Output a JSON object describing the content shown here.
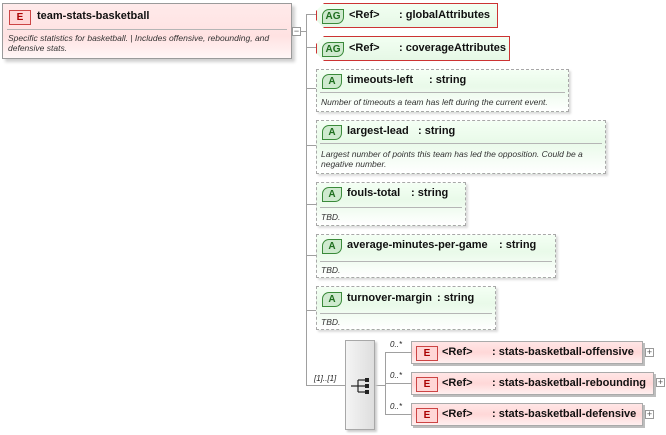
{
  "main_element": {
    "badge": "E",
    "name": "team-stats-basketball",
    "description": "Specific statistics for basketball. | Includes offensive, rebounding, and defensive stats."
  },
  "attribute_groups": [
    {
      "badge": "AG",
      "ref": "<Ref>",
      "name": ": globalAttributes"
    },
    {
      "badge": "AG",
      "ref": "<Ref>",
      "name": ": coverageAttributes"
    }
  ],
  "attributes": [
    {
      "badge": "A",
      "name": "timeouts-left",
      "type": ": string",
      "description": "Number of timeouts a team has left during the current event."
    },
    {
      "badge": "A",
      "name": "largest-lead",
      "type": ": string",
      "description": "Largest number of points this team has led the opposition. Could be a negative number."
    },
    {
      "badge": "A",
      "name": "fouls-total",
      "type": ": string",
      "description": "TBD."
    },
    {
      "badge": "A",
      "name": "average-minutes-per-game",
      "type": ": string",
      "description": "TBD."
    },
    {
      "badge": "A",
      "name": "turnover-margin",
      "type": ": string",
      "description": "TBD."
    }
  ],
  "sequence": {
    "multiplicity": "[1]..[1]",
    "icon": "sequence-compositor-icon"
  },
  "child_elements": [
    {
      "badge": "E",
      "multiplicity": "0..*",
      "ref": "<Ref>",
      "name": ": stats-basketball-offensive",
      "expand": "+"
    },
    {
      "badge": "E",
      "multiplicity": "0..*",
      "ref": "<Ref>",
      "name": ": stats-basketball-rebounding",
      "expand": "+"
    },
    {
      "badge": "E",
      "multiplicity": "0..*",
      "ref": "<Ref>",
      "name": ": stats-basketball-defensive",
      "expand": "+"
    }
  ],
  "main_collapse": "−"
}
